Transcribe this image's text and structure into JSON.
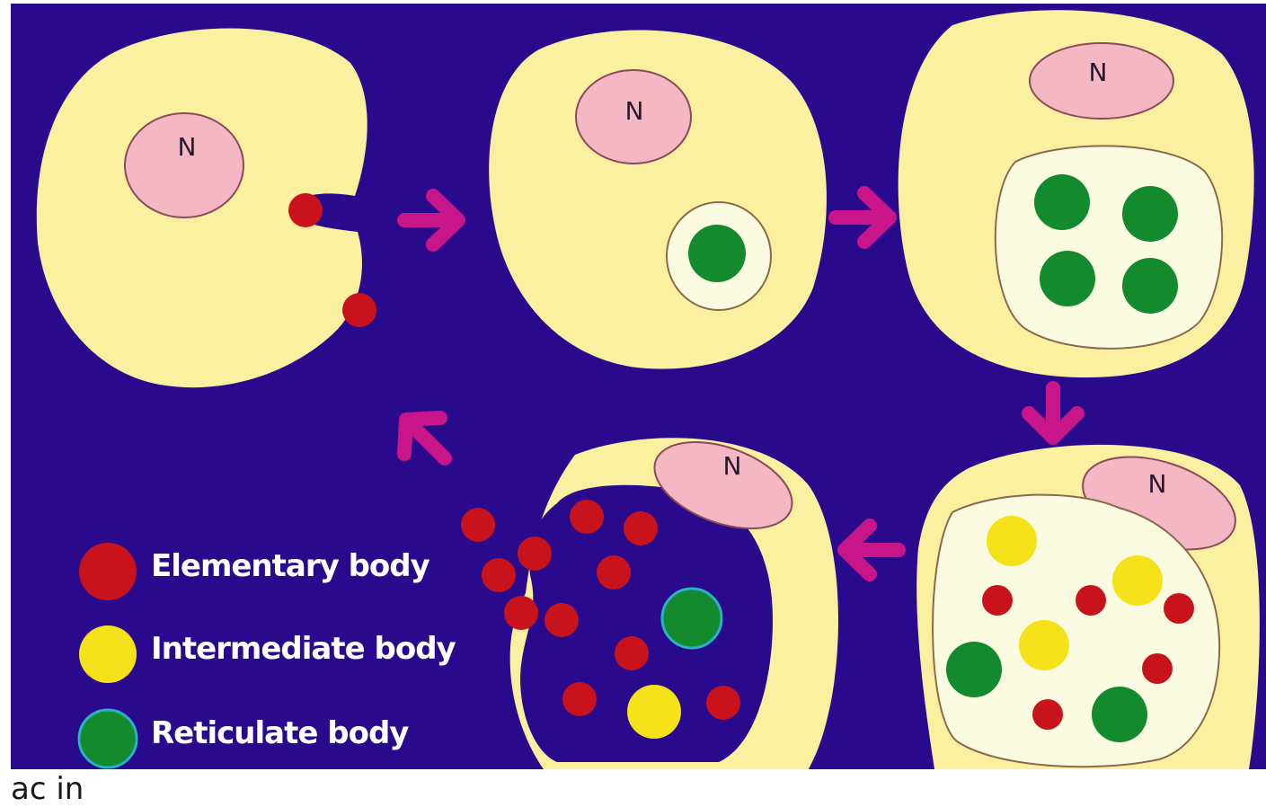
{
  "nucleus_label": "N",
  "legend": [
    {
      "label": "Elementary body",
      "color": "#c8131c"
    },
    {
      "label": "Intermediate body",
      "color": "#f5e11a"
    },
    {
      "label": "Reticulate body",
      "color": "#138a2e"
    }
  ],
  "footer_text": "ac in",
  "colors": {
    "background": "#2a0a8c",
    "cytoplasm": "#fbf0a0",
    "vacuole": "#fbfbe2",
    "nucleus": "#f4b7c4",
    "arrow": "#c8158a"
  }
}
